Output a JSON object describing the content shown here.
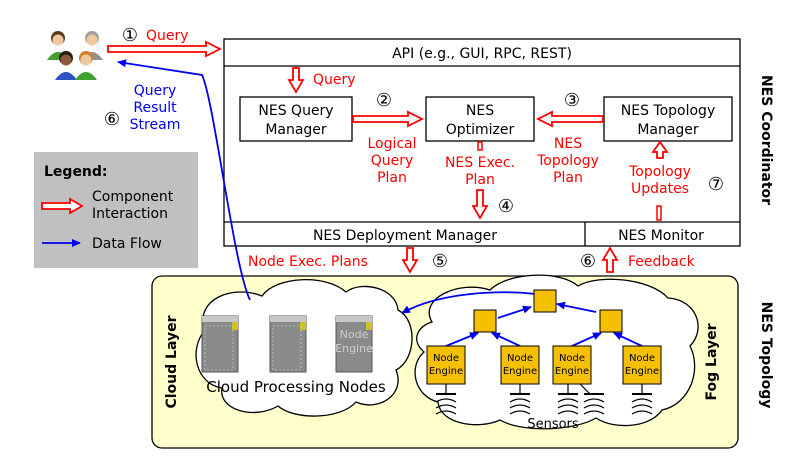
{
  "api": {
    "label": "API (e.g., GUI, RPC, REST)"
  },
  "steps": {
    "s1": "①",
    "s2": "②",
    "s3": "③",
    "s4": "④",
    "s5": "⑤",
    "s6a": "⑥",
    "s6b": "⑥",
    "s7": "⑦"
  },
  "flow": {
    "query_top": "Query",
    "query_inner": "Query",
    "result": [
      "Query",
      "Result",
      "Stream"
    ],
    "logical": [
      "Logical",
      "Query",
      "Plan"
    ],
    "exec": [
      "NES Exec.",
      "Plan"
    ],
    "topo": [
      "NES",
      "Topology",
      "Plan"
    ],
    "updates": [
      "Topology",
      "Updates"
    ],
    "node_exec": "Node Exec. Plans",
    "feedback": "Feedback"
  },
  "components": {
    "query_manager": [
      "NES Query",
      "Manager"
    ],
    "optimizer": [
      "NES",
      "Optimizer"
    ],
    "topology_manager": [
      "NES Topology",
      "Manager"
    ],
    "deployment_manager": "NES Deployment Manager",
    "monitor": "NES Monitor"
  },
  "coordinator_label": "NES Coordinator",
  "topology_label": "NES Topology",
  "legend": {
    "title": "Legend:",
    "interaction": [
      "Component",
      "Interaction"
    ],
    "dataflow": "Data Flow"
  },
  "cloud": {
    "layer": "Cloud Layer",
    "nodes_label": "Cloud Processing Nodes",
    "faded": [
      "Node",
      "Engine"
    ]
  },
  "fog": {
    "layer": "Fog Layer",
    "node_engine": [
      "Node",
      "Engine"
    ],
    "sensors": "Sensors"
  },
  "colors": {
    "red": "#ff0000",
    "blue": "#0000ee",
    "topology_bg": "#ffffcc",
    "node": "#f5c000",
    "legend_bg": "#c0c0c0"
  }
}
